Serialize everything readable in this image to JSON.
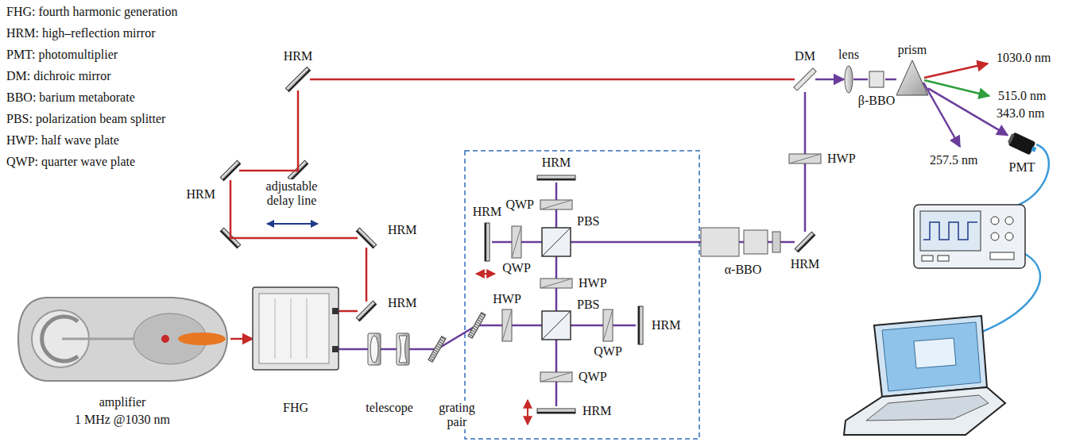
{
  "diagram": {
    "nodes": [
      {
        "text": [
          "amplifier",
          "1 MHz @1030 nm"
        ]
      },
      {
        "text": [
          "FHG"
        ]
      },
      {
        "text": [
          "HRM"
        ]
      },
      {
        "text": [
          "HRM"
        ]
      },
      {
        "text": [
          "HRM"
        ]
      },
      {
        "text": [
          "HRM"
        ]
      },
      {
        "text": [
          "telescope"
        ]
      },
      {
        "text": [
          "grating pair"
        ]
      },
      {
        "text": [
          "HWP"
        ]
      },
      {
        "text": [
          "PBS"
        ]
      },
      {
        "text": [
          "QWP"
        ]
      },
      {
        "text": [
          "HRM"
        ]
      },
      {
        "text": [
          "QWP"
        ]
      },
      {
        "text": [
          "HRM"
        ]
      },
      {
        "text": [
          "HWP"
        ]
      },
      {
        "text": [
          "PBS"
        ]
      },
      {
        "text": [
          "QWP"
        ]
      },
      {
        "text": [
          "HRM"
        ]
      },
      {
        "text": [
          "QWP"
        ]
      },
      {
        "text": [
          "HRM"
        ]
      },
      {
        "text": [
          "α-BBO"
        ]
      },
      {
        "text": [
          "HRM"
        ]
      },
      {
        "text": [
          "HWP"
        ]
      },
      {
        "text": [
          "DM"
        ]
      },
      {
        "text": [
          "lens"
        ]
      },
      {
        "text": [
          "β-BBO"
        ]
      },
      {
        "text": [
          "prism"
        ]
      },
      {
        "text": [
          "PMT"
        ]
      }
    ],
    "edges": [
      {
        "from": 0,
        "to": 1,
        "arrow": "to"
      },
      {
        "from": 1,
        "to": 2,
        "arrow": "none"
      },
      {
        "from": 2,
        "to": 3,
        "arrow": "none"
      },
      {
        "from": 3,
        "to": 4,
        "arrow": "none"
      },
      {
        "from": 4,
        "to": 5,
        "arrow": "none"
      },
      {
        "from": 5,
        "to": 23,
        "arrow": "none"
      },
      {
        "from": 1,
        "to": 6,
        "arrow": "none"
      },
      {
        "from": 6,
        "to": 7,
        "arrow": "none"
      },
      {
        "from": 7,
        "to": 8,
        "arrow": "none"
      },
      {
        "from": 8,
        "to": 9,
        "arrow": "none"
      },
      {
        "from": 9,
        "to": 10,
        "arrow": "none"
      },
      {
        "from": 10,
        "to": 11,
        "arrow": "none"
      },
      {
        "from": 9,
        "to": 12,
        "arrow": "none"
      },
      {
        "from": 12,
        "to": 13,
        "arrow": "none"
      },
      {
        "from": 9,
        "to": 14,
        "arrow": "none"
      },
      {
        "from": 14,
        "to": 15,
        "arrow": "none"
      },
      {
        "from": 15,
        "to": 16,
        "arrow": "none"
      },
      {
        "from": 16,
        "to": 17,
        "arrow": "none"
      },
      {
        "from": 15,
        "to": 18,
        "arrow": "none"
      },
      {
        "from": 18,
        "to": 19,
        "arrow": "none"
      },
      {
        "from": 15,
        "to": 20,
        "arrow": "none"
      },
      {
        "from": 20,
        "to": 21,
        "arrow": "none"
      },
      {
        "from": 21,
        "to": 22,
        "arrow": "none"
      },
      {
        "from": 22,
        "to": 23,
        "arrow": "none"
      },
      {
        "from": 23,
        "to": 24,
        "arrow": "to"
      },
      {
        "from": 24,
        "to": 25,
        "arrow": "none"
      },
      {
        "from": 25,
        "to": 26,
        "arrow": "none"
      },
      {
        "from": 26,
        "to": 27,
        "arrow": "to"
      }
    ],
    "labels": [
      "FHG: fourth harmonic generation",
      "HRM: high–reflection mirror",
      "PMT: photomultiplier",
      "DM: dichroic mirror",
      "BBO: barium metaborate",
      "PBS: polarization beam splitter",
      "HWP: half wave plate",
      "QWP: quarter wave plate",
      "adjustable delay line",
      "1030.0 nm",
      "515.0 nm",
      "343.0 nm",
      "257.5 nm"
    ]
  }
}
